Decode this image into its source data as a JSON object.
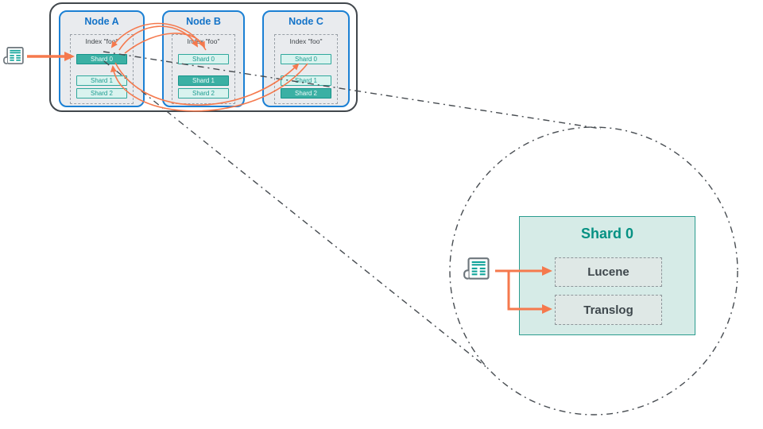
{
  "cluster": {
    "nodes": [
      {
        "title": "Node A",
        "index_label": "Index \"foo\"",
        "shards": [
          {
            "label": "Shard 0",
            "role": "primary"
          },
          {
            "label": "Shard 1",
            "role": "replica"
          },
          {
            "label": "Shard 2",
            "role": "replica"
          }
        ]
      },
      {
        "title": "Node B",
        "index_label": "Index \"foo\"",
        "shards": [
          {
            "label": "Shard 0",
            "role": "replica"
          },
          {
            "label": "Shard 1",
            "role": "primary"
          },
          {
            "label": "Shard 2",
            "role": "replica"
          }
        ]
      },
      {
        "title": "Node C",
        "index_label": "Index \"foo\"",
        "shards": [
          {
            "label": "Shard 0",
            "role": "replica"
          },
          {
            "label": "Shard 1",
            "role": "replica"
          },
          {
            "label": "Shard 2",
            "role": "primary"
          }
        ]
      }
    ]
  },
  "magnified_view": {
    "title": "Shard 0",
    "components": [
      {
        "label": "Lucene"
      },
      {
        "label": "Translog"
      }
    ]
  },
  "icons": {
    "incoming_document": "document-icon",
    "magnified_document": "document-icon"
  },
  "colors": {
    "node_border_blue": "#1b80d4",
    "node_title_blue": "#1373c8",
    "node_fill_gray": "#e9ebee",
    "primary_shard_teal": "#3bb0a4",
    "replica_shard_fill": "#d9f3ef",
    "shard_border_teal": "#2fa89c",
    "arrow_orange": "#f5794d",
    "panel_fill": "#d6ebe7",
    "panel_border_teal": "#2b9c8f",
    "panel_title_teal": "#069183",
    "callout_line_gray": "#474c51",
    "cluster_border_gray": "#41474c",
    "icon_line_teal": "#10a49a"
  }
}
